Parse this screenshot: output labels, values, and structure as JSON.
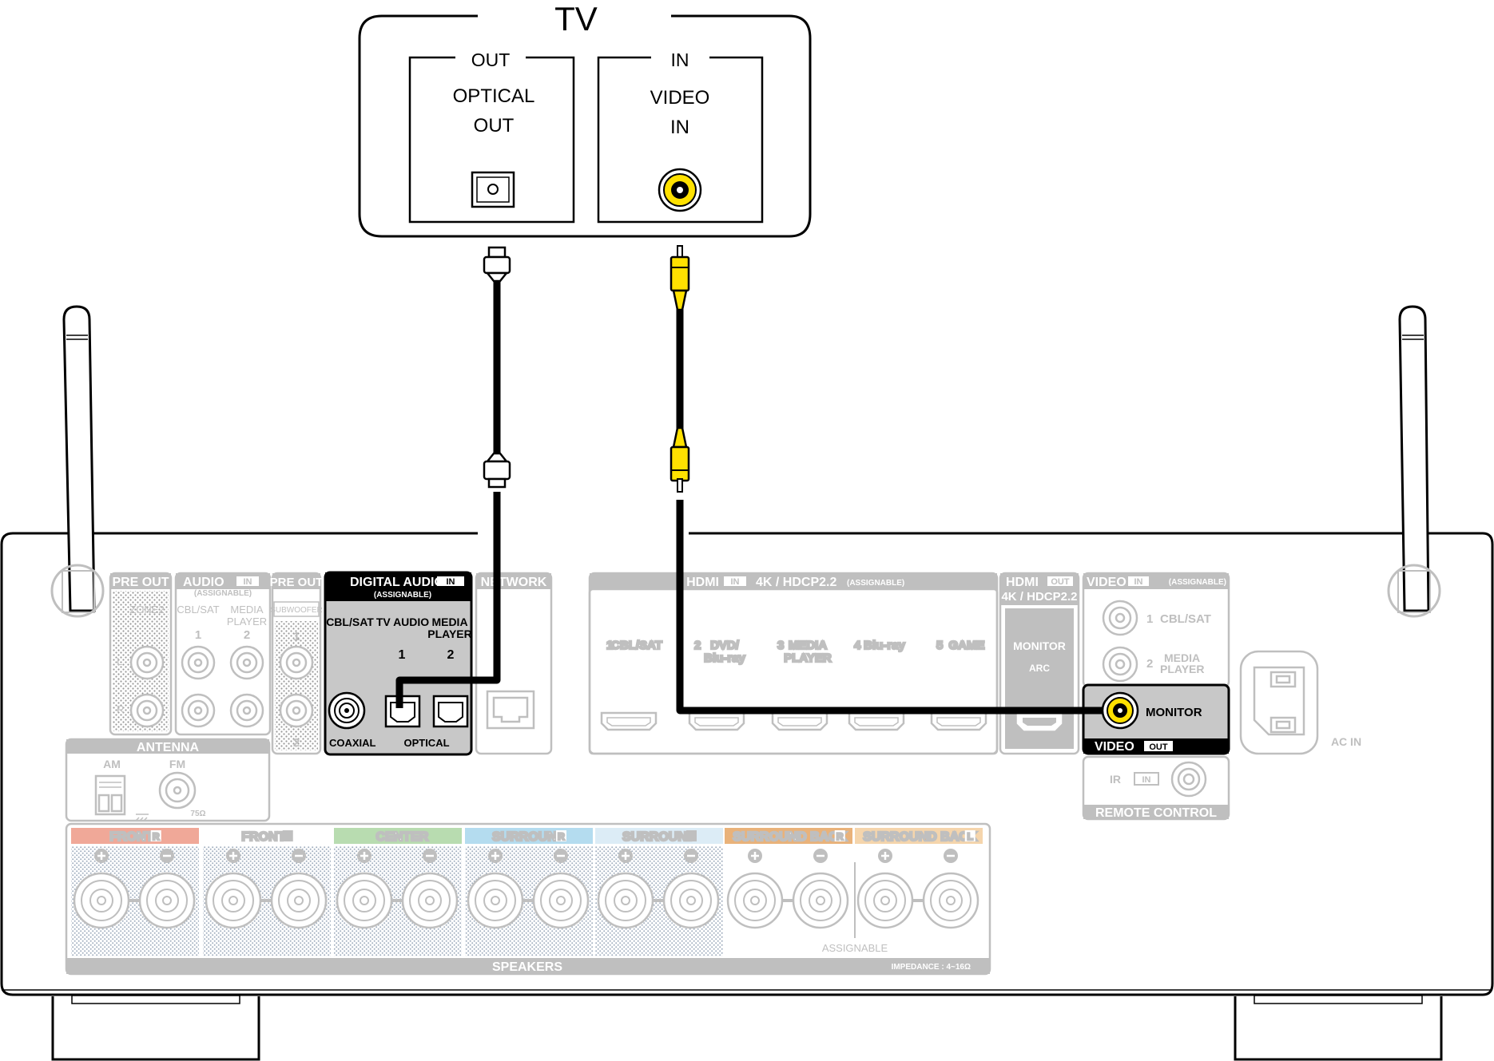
{
  "tv": {
    "title": "TV",
    "out_group": "OUT",
    "optical_l1": "OPTICAL",
    "optical_l2": "OUT",
    "in_group": "IN",
    "video_l1": "VIDEO",
    "video_l2": "IN"
  },
  "receiver": {
    "pre_out": "PRE OUT",
    "zone2": "ZONE2",
    "zone2_l": "L",
    "zone2_r": "R",
    "audio": "AUDIO",
    "audio_in_badge": "IN",
    "assignable": "(ASSIGNABLE)",
    "audio_cbl_sat": "CBL/SAT",
    "audio_media_1": "MEDIA",
    "audio_media_2": "PLAYER",
    "audio_num_1": "1",
    "audio_num_2": "2",
    "pre_out_sub": "PRE OUT",
    "subwoofer": "SUBWOOFER",
    "sub_num_1": "1",
    "sub_num_2": "2",
    "digital_audio": "DIGITAL AUDIO",
    "digital_in_badge": "IN",
    "digital_assignable": "(ASSIGNABLE)",
    "digital_cbl_sat": "CBL/SAT",
    "digital_tv_audio": "TV AUDIO",
    "digital_media_1": "MEDIA",
    "digital_media_2": "PLAYER",
    "digital_num_1": "1",
    "digital_num_2": "2",
    "coaxial": "COAXIAL",
    "optical": "OPTICAL",
    "network": "NETWORK",
    "hdmi": "HDMI",
    "hdmi_in_badge": "IN",
    "hdmi_4k": "4K / HDCP2.2",
    "hdmi_assignable": "(ASSIGNABLE)",
    "hdmi_inputs": [
      {
        "num": "1",
        "l1": "CBL/SAT",
        "l2": ""
      },
      {
        "num": "2",
        "l1": "DVD/",
        "l2": "Blu-ray"
      },
      {
        "num": "3",
        "l1": "MEDIA",
        "l2": "PLAYER"
      },
      {
        "num": "4",
        "l1": "Blu-ray",
        "l2": ""
      },
      {
        "num": "5",
        "l1": "GAME",
        "l2": ""
      }
    ],
    "hdmi_out": "HDMI",
    "hdmi_out_badge": "OUT",
    "hdmi_out_4k": "4K / HDCP2.2",
    "monitor_arc_1": "MONITOR",
    "monitor_arc_2": "ARC",
    "video": "VIDEO",
    "video_in_badge": "IN",
    "video_assignable": "(ASSIGNABLE)",
    "video_in_1_num": "1",
    "video_in_1": "CBL/SAT",
    "video_in_2_num": "2",
    "video_in_2a": "MEDIA",
    "video_in_2b": "PLAYER",
    "video_monitor": "MONITOR",
    "video_out": "VIDEO",
    "video_out_badge": "OUT",
    "ac_in": "AC IN",
    "antenna": "ANTENNA",
    "am": "AM",
    "fm": "FM",
    "fm_ohm": "75Ω",
    "ir": "IR",
    "ir_in_badge": "IN",
    "remote_control": "REMOTE CONTROL",
    "speakers": "SPEAKERS",
    "impedance": "IMPEDANCE : 4~16Ω",
    "assignable_spk": "ASSIGNABLE",
    "speaker_groups": [
      {
        "label": "FRONT",
        "badge": "R",
        "color": "#f0a898"
      },
      {
        "label": "FRONT",
        "badge": "L",
        "color": "#ffffff"
      },
      {
        "label": "CENTER",
        "badge": "",
        "color": "#b8dcb0"
      },
      {
        "label": "SURROUND",
        "badge": "R",
        "color": "#b4dcef"
      },
      {
        "label": "SURROUND",
        "badge": "L",
        "color": "#dcecf6"
      },
      {
        "label": "SURROUND BACK",
        "badge": "R",
        "color": "#e9b27a"
      },
      {
        "label": "SURROUND BACK",
        "badge": "L",
        "color": "#f5d5ac"
      }
    ]
  },
  "colors": {
    "cable": "#000000",
    "rca_yellow": "#ffe100",
    "faded": "#bfbfbf",
    "active_panel": "#c8c8c8"
  }
}
